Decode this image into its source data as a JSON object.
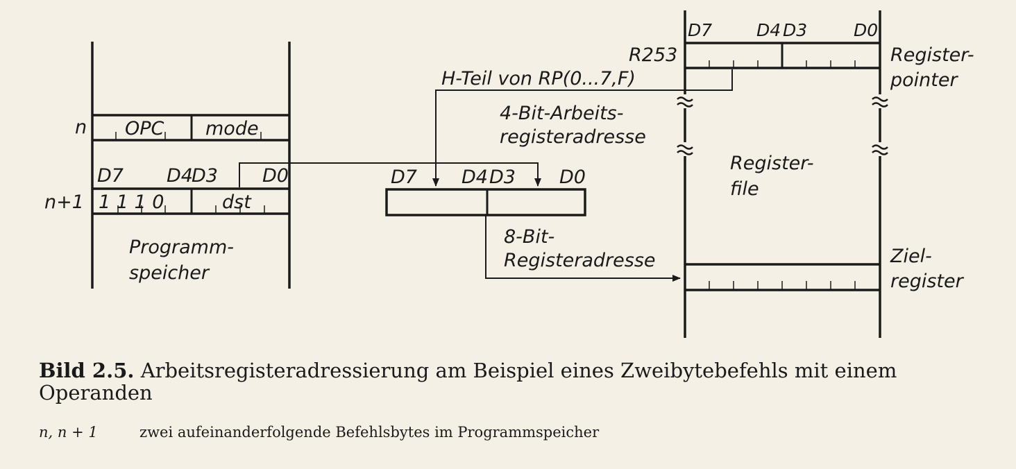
{
  "program_memory": {
    "row_n_label": "n",
    "row_n1_label": "n+1",
    "opc": "OPC",
    "mode": "mode",
    "bits": [
      "D7",
      "D4",
      "D3",
      "D0"
    ],
    "nibble_high": "1 1 1 0",
    "dst": "dst",
    "name_line1": "Programm-",
    "name_line2": "speicher"
  },
  "address_register": {
    "bits": [
      "D7",
      "D4",
      "D3",
      "D0"
    ],
    "h_part": "H-Teil von RP(0...7,F)",
    "work_addr_line1": "4-Bit-Arbeits-",
    "work_addr_line2": "registeradresse",
    "reg_addr_line1": "8-Bit-",
    "reg_addr_line2": "Registeradresse"
  },
  "register_file": {
    "bits": [
      "D7",
      "D4",
      "D3",
      "D0"
    ],
    "r253": "R253",
    "pointer_line1": "Register-",
    "pointer_line2": "pointer",
    "file_line1": "Register-",
    "file_line2": "file",
    "target_line1": "Ziel-",
    "target_line2": "register"
  },
  "caption": {
    "number": "Bild 2.5.",
    "text": "Arbeitsregisteradressierung am Beispiel eines Zweibytebefehls mit einem Operanden"
  },
  "note": {
    "symbol": "n, n + 1",
    "text": "zwei aufeinanderfolgende Befehlsbytes im Programmspeicher"
  }
}
